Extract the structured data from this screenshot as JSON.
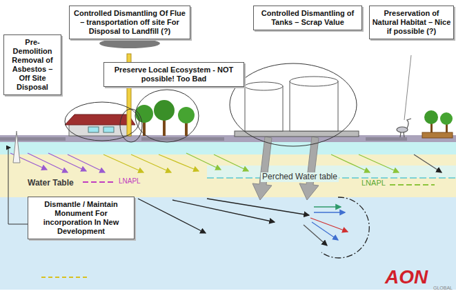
{
  "diagram": {
    "nodes": [
      {
        "text": [
          "Controlled Dismantling Of Flue – transportation off site For Disposal to Landfill (?)"
        ]
      },
      {
        "text": [
          "Controlled Dismantling of Tanks – Scrap Value"
        ]
      },
      {
        "text": [
          "Preservation of Natural Habitat – Nice if possible (?)"
        ]
      },
      {
        "text": [
          "Pre-Demolition Removal of Asbestos – Off Site Disposal"
        ]
      },
      {
        "text": [
          "Preserve Local Ecosystem - NOT possible! Too Bad"
        ]
      },
      {
        "text": [
          "Dismantle / Maintain Monument For incorporation In New Development"
        ]
      }
    ],
    "labels": [
      "Water Table",
      "LNAPL",
      "Perched Water table",
      "LNAPL",
      "AON",
      "GLOBAL"
    ]
  }
}
